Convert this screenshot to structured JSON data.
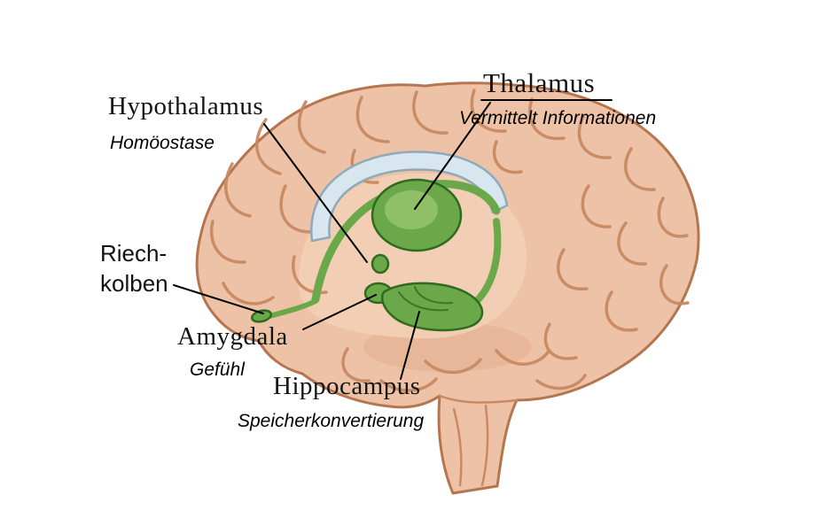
{
  "labels": {
    "thalamus": {
      "title": "Thalamus",
      "subtitle": "Vermittelt Informationen"
    },
    "hypothalamus": {
      "title": "Hypothalamus",
      "subtitle": "Homöostase"
    },
    "riechkolben": {
      "line1": "Riech-",
      "line2": "kolben"
    },
    "amygdala": {
      "title": "Amygdala",
      "subtitle": "Gefühl"
    },
    "hippocampus": {
      "title": "Hippocampus",
      "subtitle": "Speicherkonvertierung"
    }
  },
  "colors": {
    "brain_fill": "#eec2a6",
    "brain_outline": "#b5764f",
    "gyri": "#c98a62",
    "inner_region": "#f3d2b8",
    "limbic_green": "#6aa84a",
    "limbic_green_dark": "#2f6b1f",
    "limbic_highlight": "#95c46c",
    "corpus_callosum_fill": "#d7e6ef",
    "corpus_callosum_outline": "#8fa9b9",
    "leader_line": "#000000"
  }
}
